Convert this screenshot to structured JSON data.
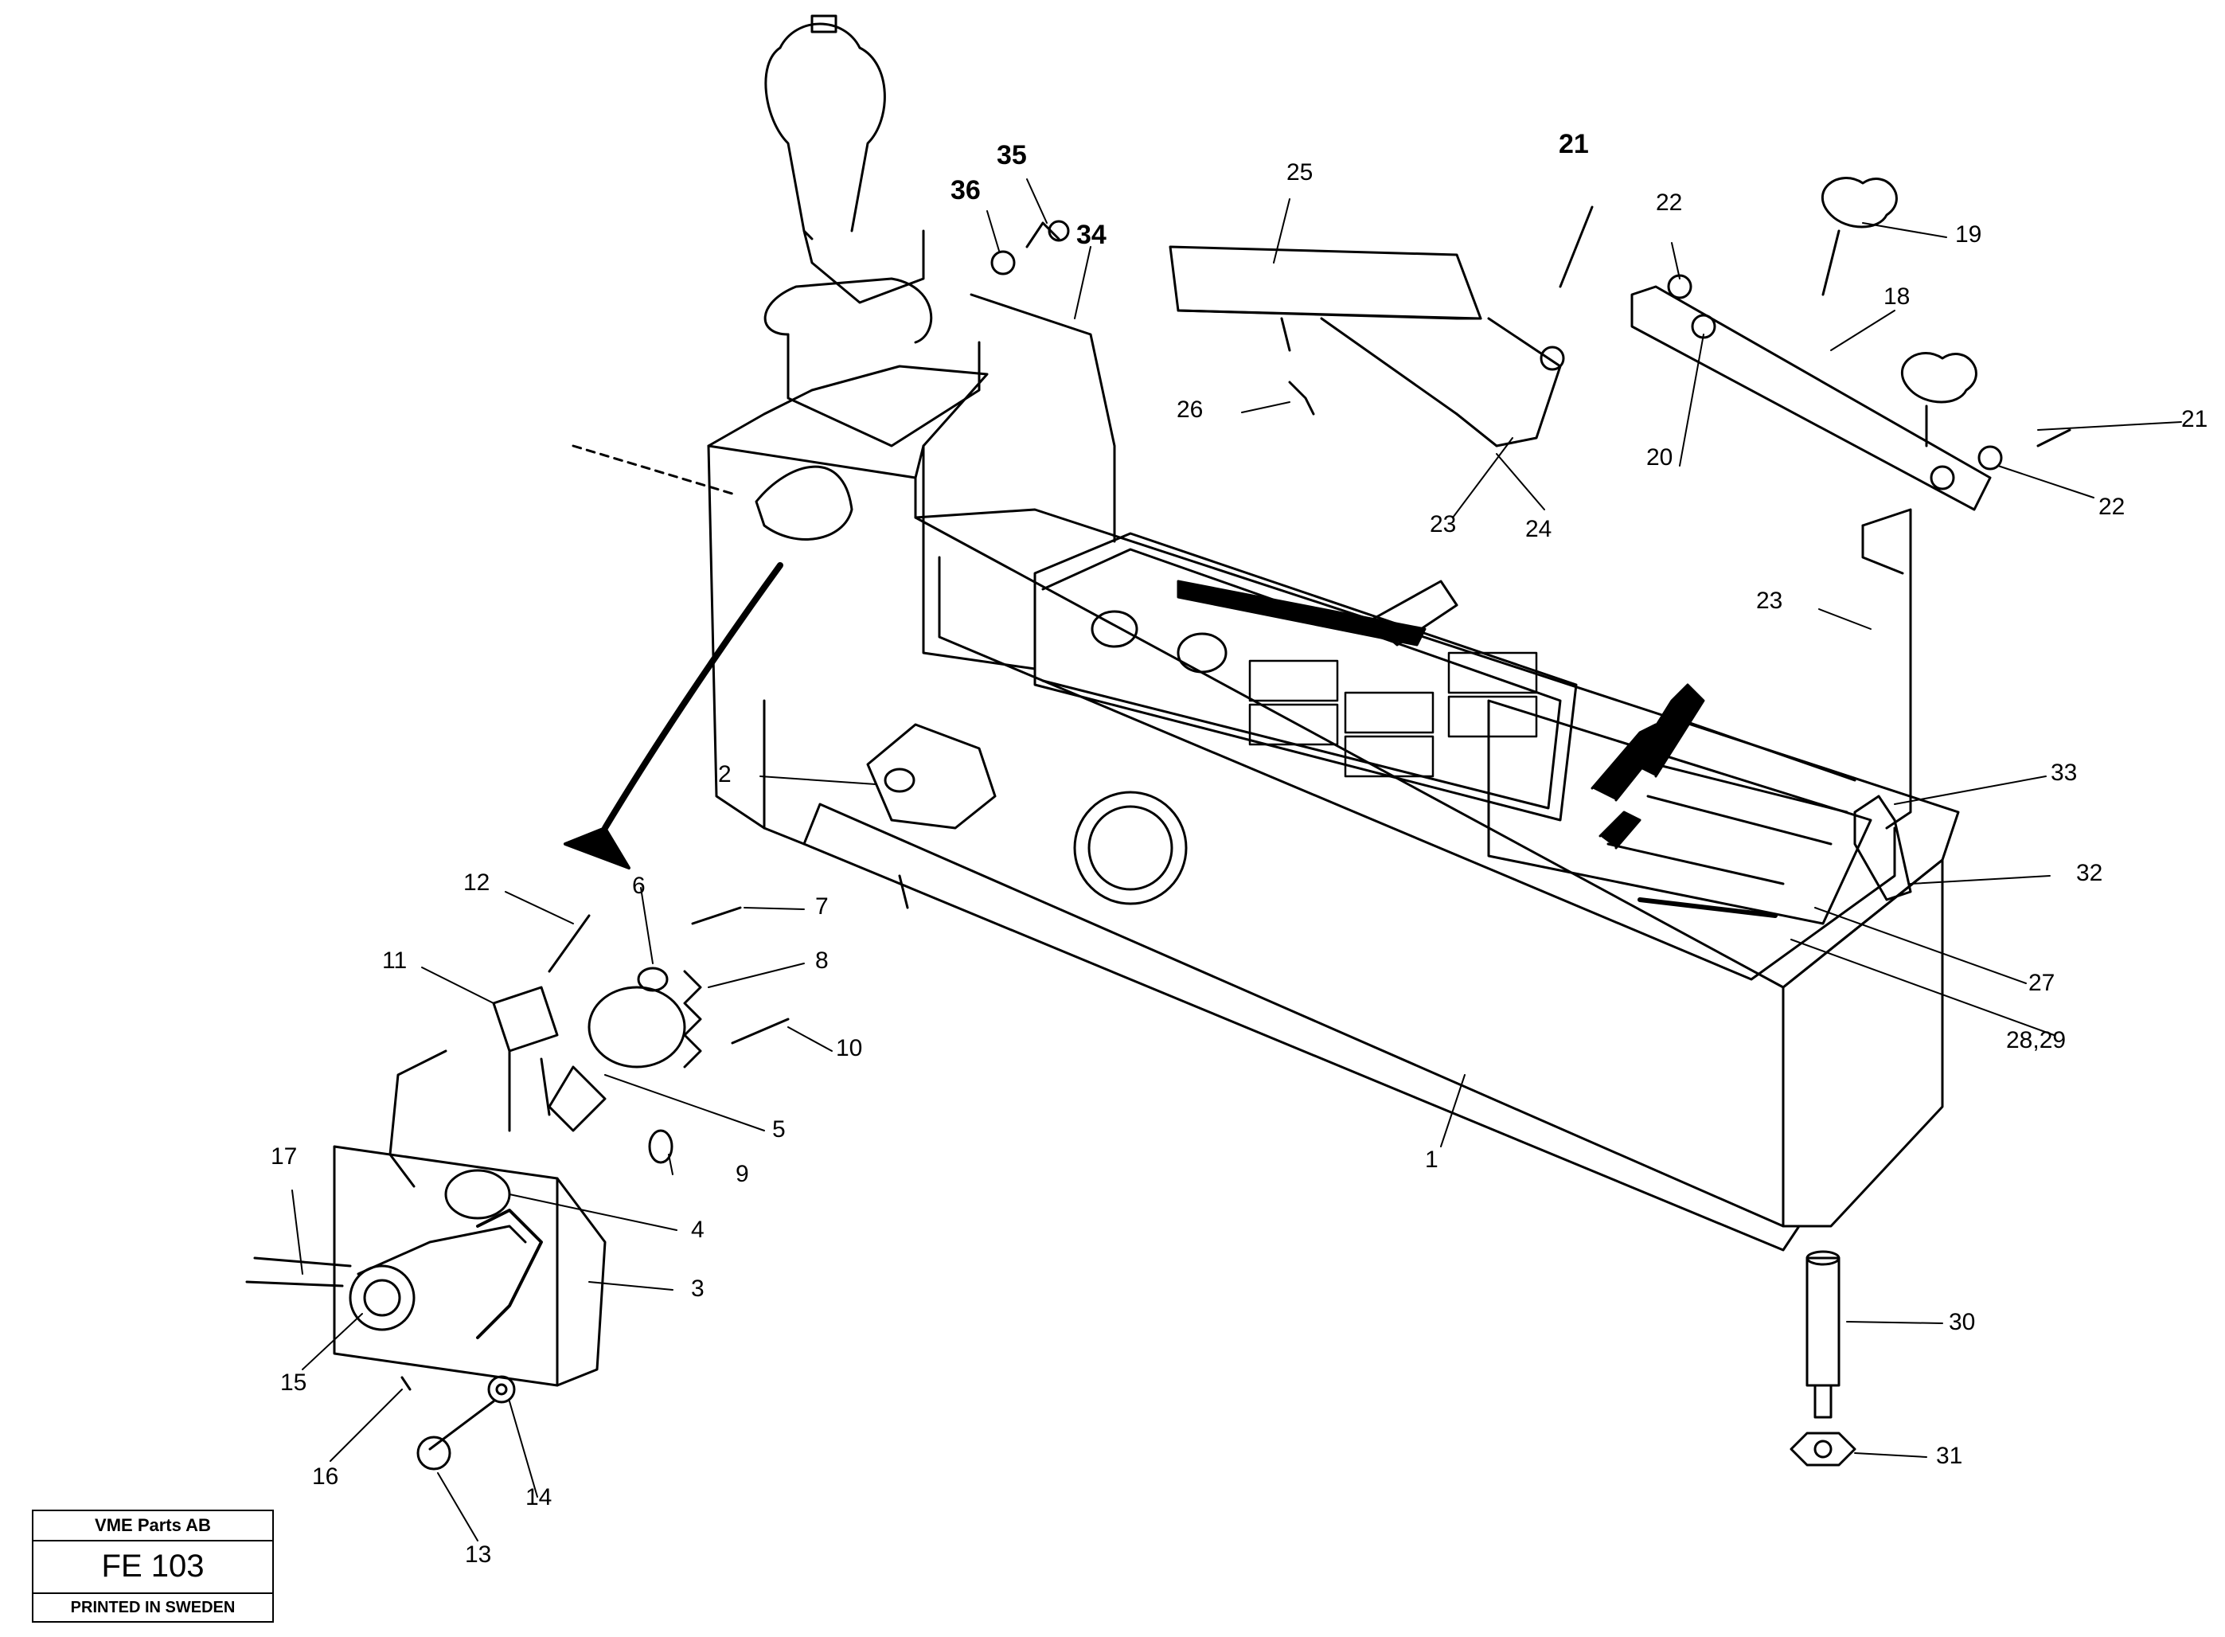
{
  "diagram": {
    "callouts": [
      {
        "id": "c1",
        "text": "1"
      },
      {
        "id": "c2",
        "text": "2"
      },
      {
        "id": "c3",
        "text": "3"
      },
      {
        "id": "c4",
        "text": "4"
      },
      {
        "id": "c5",
        "text": "5"
      },
      {
        "id": "c6",
        "text": "6"
      },
      {
        "id": "c7",
        "text": "7"
      },
      {
        "id": "c8",
        "text": "8"
      },
      {
        "id": "c9",
        "text": "9"
      },
      {
        "id": "c10",
        "text": "10"
      },
      {
        "id": "c11",
        "text": "11"
      },
      {
        "id": "c12",
        "text": "12"
      },
      {
        "id": "c13",
        "text": "13"
      },
      {
        "id": "c14",
        "text": "14"
      },
      {
        "id": "c15",
        "text": "15"
      },
      {
        "id": "c16",
        "text": "16"
      },
      {
        "id": "c17",
        "text": "17"
      },
      {
        "id": "c18",
        "text": "18"
      },
      {
        "id": "c19",
        "text": "19"
      },
      {
        "id": "c20",
        "text": "20"
      },
      {
        "id": "c21a",
        "text": "21"
      },
      {
        "id": "c21b",
        "text": "21"
      },
      {
        "id": "c22a",
        "text": "22"
      },
      {
        "id": "c22b",
        "text": "22"
      },
      {
        "id": "c23a",
        "text": "23"
      },
      {
        "id": "c23b",
        "text": "23"
      },
      {
        "id": "c24",
        "text": "24"
      },
      {
        "id": "c25",
        "text": "25"
      },
      {
        "id": "c26",
        "text": "26"
      },
      {
        "id": "c27",
        "text": "27"
      },
      {
        "id": "c28",
        "text": "28,29"
      },
      {
        "id": "c30",
        "text": "30"
      },
      {
        "id": "c31",
        "text": "31"
      },
      {
        "id": "c32",
        "text": "32"
      },
      {
        "id": "c33",
        "text": "33"
      },
      {
        "id": "c34",
        "text": "34"
      },
      {
        "id": "c35",
        "text": "35"
      },
      {
        "id": "c36",
        "text": "36"
      }
    ]
  },
  "title_block": {
    "company": "VME Parts AB",
    "drawing_number": "FE 103",
    "footer": "PRINTED IN SWEDEN"
  }
}
